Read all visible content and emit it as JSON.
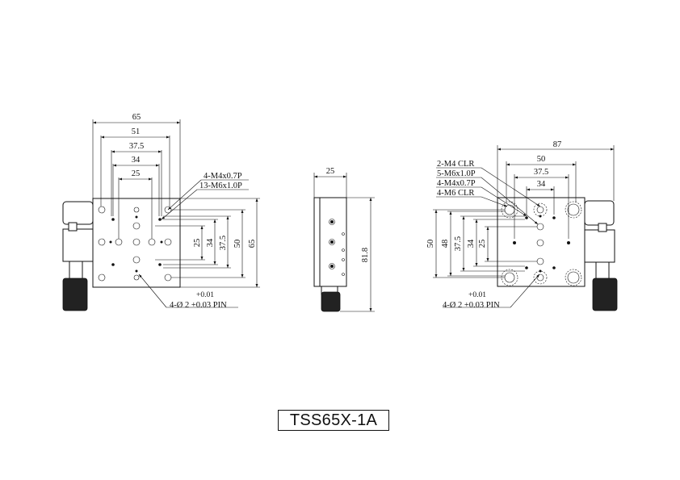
{
  "model": "TSS65X-1A",
  "left_view": {
    "dims_top": [
      "65",
      "51",
      "37.5",
      "34",
      "25"
    ],
    "dims_right": [
      "25",
      "34",
      "37.5",
      "50",
      "65"
    ],
    "callouts": [
      "4-M4x0.7P",
      "13-M6x1.0P"
    ],
    "pin_tol": "+0.01",
    "pin_note": "4-Ø 2 +0.03 PIN"
  },
  "side_view": {
    "dim_top": "25",
    "dim_right": "81.8"
  },
  "right_view": {
    "dims_top": [
      "87",
      "50",
      "37.5",
      "34"
    ],
    "dims_left": [
      "50",
      "48",
      "37.5",
      "34",
      "25"
    ],
    "callouts": [
      "2-M4 CLR",
      "5-M6x1.0P",
      "4-M4x0.7P",
      "4-M6 CLR"
    ],
    "pin_tol": "+0.01",
    "pin_note": "4-Ø 2 +0.03 PIN"
  }
}
